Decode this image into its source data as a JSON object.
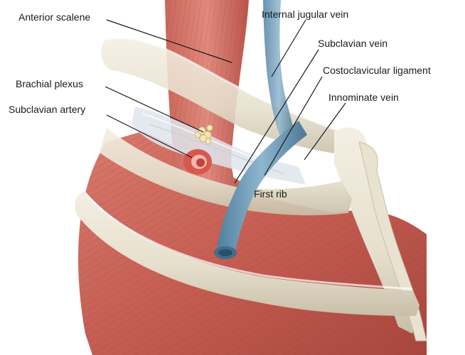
{
  "labels": {
    "anterior_scalene": "Anterior scalene",
    "internal_jugular_vein": "Internal jugular vein",
    "subclavian_vein": "Subclavian vein",
    "brachial_plexus": "Brachial plexus",
    "costoclavicular_ligament": "Costoclavicular ligament",
    "subclavian_artery": "Subclavian artery",
    "innominate_vein": "Innominate vein",
    "first_rib": "First rib"
  },
  "colors": {
    "muscle": "#c9675c",
    "muscle_dark": "#9e3f37",
    "bone": "#ece6d6",
    "bone_shadow": "#c9c0aa",
    "vein": "#6e9cba",
    "vein_dark": "#3f6f8f",
    "artery": "#d9574d",
    "nerve": "#f3e6b8",
    "ligament": "#dde3ea",
    "leader_line": "#1a1a1a"
  }
}
